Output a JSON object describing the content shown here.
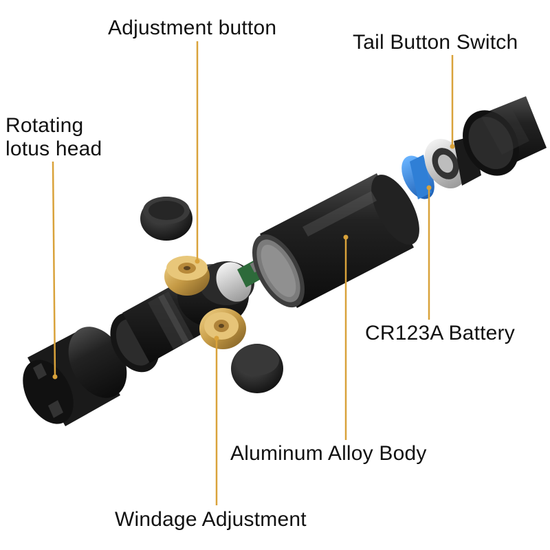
{
  "labels": {
    "adjustment_button": "Adjustment button",
    "tail_button_switch": "Tail Button Switch",
    "rotating_lotus_head": "Rotating lotus head",
    "cr123a_battery": "CR123A Battery",
    "aluminum_alloy_body": "Aluminum Alloy Body",
    "windage_adjustment": "Windage Adjustment"
  },
  "colors": {
    "leader_line": "#d9a23a",
    "body": "#1e1e1e",
    "brass": "#c9a04a",
    "battery_blue": "#2f7fd6",
    "silver": "#c8c8c8"
  }
}
